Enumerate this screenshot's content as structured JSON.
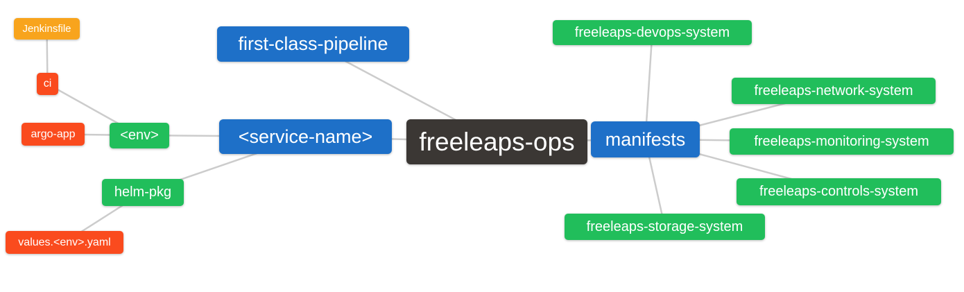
{
  "diagram": {
    "type": "mindmap",
    "root_label": "freeleaps-ops",
    "colors": {
      "root": "#3B3734",
      "level2": "#1E70C8",
      "level3": "#21BE5B",
      "level4": "#FA4B1E",
      "level5": "#F8A41D",
      "edge": "#CCCCCC",
      "text": "#FFFFFF",
      "background": "#FFFFFF"
    }
  },
  "nodes": [
    {
      "label": "freeleaps-ops",
      "level": 1,
      "parent": null
    },
    {
      "label": "first-class-pipeline",
      "level": 2,
      "parent": "freeleaps-ops"
    },
    {
      "label": "<service-name>",
      "level": 2,
      "parent": "freeleaps-ops"
    },
    {
      "label": "manifests",
      "level": 2,
      "parent": "freeleaps-ops"
    },
    {
      "label": "<env>",
      "level": 3,
      "parent": "<service-name>"
    },
    {
      "label": "helm-pkg",
      "level": 3,
      "parent": "<service-name>"
    },
    {
      "label": "ci",
      "level": 4,
      "parent": "<env>"
    },
    {
      "label": "argo-app",
      "level": 4,
      "parent": "<env>"
    },
    {
      "label": "Jenkinsfile",
      "level": 5,
      "parent": "ci"
    },
    {
      "label": "values.<env>.yaml",
      "level": 4,
      "parent": "helm-pkg"
    },
    {
      "label": "freeleaps-devops-system",
      "level": 3,
      "parent": "manifests"
    },
    {
      "label": "freeleaps-network-system",
      "level": 3,
      "parent": "manifests"
    },
    {
      "label": "freeleaps-monitoring-system",
      "level": 3,
      "parent": "manifests"
    },
    {
      "label": "freeleaps-controls-system",
      "level": 3,
      "parent": "manifests"
    },
    {
      "label": "freeleaps-storage-system",
      "level": 3,
      "parent": "manifests"
    }
  ],
  "edges": [
    [
      "Jenkinsfile",
      "ci"
    ],
    [
      "ci",
      "<env>"
    ],
    [
      "argo-app",
      "<env>"
    ],
    [
      "<env>",
      "<service-name>"
    ],
    [
      "helm-pkg",
      "<service-name>"
    ],
    [
      "values.<env>.yaml",
      "helm-pkg"
    ],
    [
      "<service-name>",
      "freeleaps-ops"
    ],
    [
      "first-class-pipeline",
      "freeleaps-ops"
    ],
    [
      "freeleaps-ops",
      "manifests"
    ],
    [
      "manifests",
      "freeleaps-devops-system"
    ],
    [
      "manifests",
      "freeleaps-network-system"
    ],
    [
      "manifests",
      "freeleaps-monitoring-system"
    ],
    [
      "manifests",
      "freeleaps-controls-system"
    ],
    [
      "manifests",
      "freeleaps-storage-system"
    ]
  ]
}
